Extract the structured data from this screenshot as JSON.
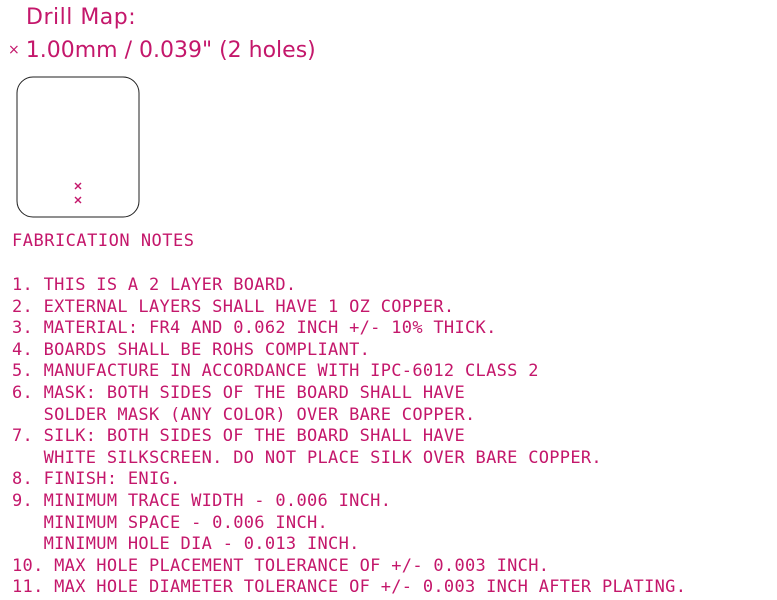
{
  "drill_map": {
    "title": "Drill Map:",
    "legend_mark": "×",
    "legend": "1.00mm / 0.039\" (2 holes)",
    "hole_marker": "×"
  },
  "colors": {
    "ink": "#c4176b",
    "background": "#ffffff"
  },
  "fab_notes": {
    "heading": "FABRICATION NOTES",
    "lines": [
      "1. THIS IS A 2 LAYER BOARD.",
      "2. EXTERNAL LAYERS SHALL HAVE 1 OZ COPPER.",
      "3. MATERIAL: FR4 AND 0.062 INCH +/- 10% THICK.",
      "4. BOARDS SHALL BE ROHS COMPLIANT.",
      "5. MANUFACTURE IN ACCORDANCE WITH IPC-6012 CLASS 2",
      "6. MASK: BOTH SIDES OF THE BOARD SHALL HAVE",
      "   SOLDER MASK (ANY COLOR) OVER BARE COPPER.",
      "7. SILK: BOTH SIDES OF THE BOARD SHALL HAVE",
      "   WHITE SILKSCREEN. DO NOT PLACE SILK OVER BARE COPPER.",
      "8. FINISH: ENIG.",
      "9. MINIMUM TRACE WIDTH - 0.006 INCH.",
      "   MINIMUM SPACE - 0.006 INCH.",
      "   MINIMUM HOLE DIA - 0.013 INCH.",
      "10. MAX HOLE PLACEMENT TOLERANCE OF +/- 0.003 INCH.",
      "11. MAX HOLE DIAMETER TOLERANCE OF +/- 0.003 INCH AFTER PLATING."
    ]
  }
}
